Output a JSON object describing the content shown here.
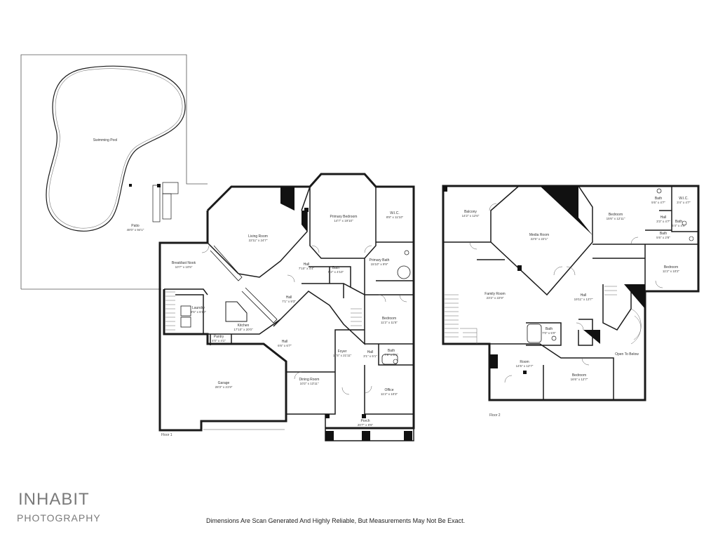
{
  "floor1": {
    "label": "Floor 1",
    "rooms": [
      {
        "id": "pool",
        "name": "Swimming Pool",
        "dims": ""
      },
      {
        "id": "patio",
        "name": "Patio",
        "dims": "48'0\" x 94'1\""
      },
      {
        "id": "living",
        "name": "Living Room",
        "dims": "22'11\" x 24'7\""
      },
      {
        "id": "primary-bedroom",
        "name": "Primary Bedroom",
        "dims": "14'7\" x 19'10\""
      },
      {
        "id": "wic",
        "name": "W.I.C.",
        "dims": "8'8\" x 11'10\""
      },
      {
        "id": "primary-bath",
        "name": "Primary Bath",
        "dims": "15'10\" x 9'9\""
      },
      {
        "id": "breakfast",
        "name": "Breakfast Nook",
        "dims": "10'7\" x 10'5\""
      },
      {
        "id": "hall-a",
        "name": "Hall",
        "dims": "7'10\" x 4'4\""
      },
      {
        "id": "bath-a",
        "name": "Bath",
        "dims": "5'2\" x 4'10\""
      },
      {
        "id": "hall-b",
        "name": "Hall",
        "dims": "7'1\" x 9'3\""
      },
      {
        "id": "bedroom-a",
        "name": "Bedroom",
        "dims": "11'2\" x 11'5\""
      },
      {
        "id": "kitchen",
        "name": "Kitchen",
        "dims": "17'10\" x 20'0\""
      },
      {
        "id": "laundry",
        "name": "Laundry",
        "dims": "9'5\" x 6'10\""
      },
      {
        "id": "pantry",
        "name": "Pantry",
        "dims": "4'0\" x 4'1\""
      },
      {
        "id": "hall-c",
        "name": "Hall",
        "dims": "6'6\" x 6'7\""
      },
      {
        "id": "foyer",
        "name": "Foyer",
        "dims": "11'5\" x 21'11\""
      },
      {
        "id": "hall-d",
        "name": "Hall",
        "dims": "3'1\" x 5'1\""
      },
      {
        "id": "bath-b",
        "name": "Bath",
        "dims": "7'9\" x 5'1\""
      },
      {
        "id": "garage",
        "name": "Garage",
        "dims": "28'3\" x 21'9\""
      },
      {
        "id": "dining",
        "name": "Dining Room",
        "dims": "10'2\" x 13'11\""
      },
      {
        "id": "office",
        "name": "Office",
        "dims": "11'2\" x 10'3\""
      },
      {
        "id": "porch",
        "name": "Porch",
        "dims": "20'7\" x 8'6\""
      }
    ]
  },
  "floor2": {
    "label": "Floor 2",
    "rooms": [
      {
        "id": "balcony",
        "name": "Balcony",
        "dims": "14'2\" x 12'6\""
      },
      {
        "id": "media",
        "name": "Media Room",
        "dims": "22'5\" x 22'1\""
      },
      {
        "id": "bedroom-b",
        "name": "Bedroom",
        "dims": "15'6\" x 12'11\""
      },
      {
        "id": "bath-c",
        "name": "Bath",
        "dims": "5'6\" x 4'7\""
      },
      {
        "id": "wic2",
        "name": "W.I.C.",
        "dims": "3'4\" x 4'7\""
      },
      {
        "id": "hall-e",
        "name": "Hall",
        "dims": "3'3\" x 4'7\""
      },
      {
        "id": "bath-d",
        "name": "Bath",
        "dims": "5'4\" x 4'4\""
      },
      {
        "id": "bath-e",
        "name": "Bath",
        "dims": "5'6\" x 2'8\""
      },
      {
        "id": "bedroom-c",
        "name": "Bedroom",
        "dims": "11'2\" x 10'2\""
      },
      {
        "id": "family",
        "name": "Family Room",
        "dims": "23'2\" x 22'9\""
      },
      {
        "id": "hall-f",
        "name": "Hall",
        "dims": "19'11\" x 13'7\""
      },
      {
        "id": "bath-f",
        "name": "Bath",
        "dims": "7'0\" x 5'0\""
      },
      {
        "id": "open",
        "name": "Open To Below",
        "dims": ""
      },
      {
        "id": "room",
        "name": "Room",
        "dims": "14'5\" x 12'7\""
      },
      {
        "id": "bedroom-d",
        "name": "Bedroom",
        "dims": "16'6\" x 12'7\""
      }
    ]
  },
  "branding": {
    "line1": "INHABIT",
    "line2": "PHOTOGRAPHY"
  },
  "disclaimer": "Dimensions Are Scan Generated And Highly Reliable, But Measurements May Not Be Exact."
}
